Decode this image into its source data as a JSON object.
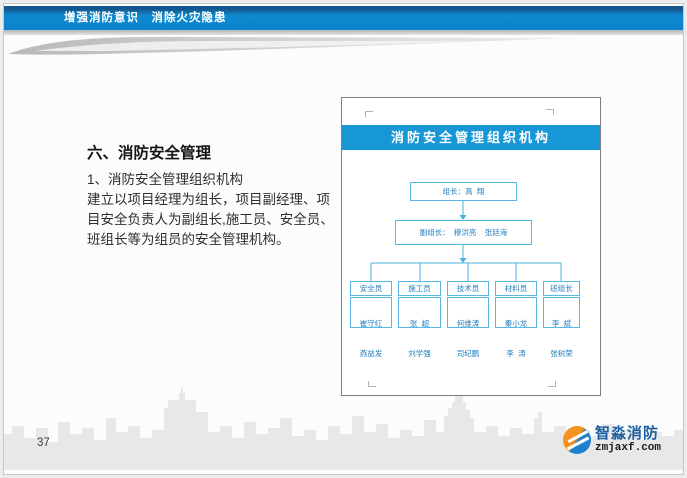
{
  "header": {
    "slogan": "增强消防意识　消除火灾隐患"
  },
  "content": {
    "title": "六、消防安全管理",
    "subtitle": "1、消防安全管理组织机构",
    "body": "建立以项目经理为组长，项目副经理、项目安全负责人为副组长,施工员、安全员、班组长等为组员的安全管理机构。"
  },
  "org_chart": {
    "title": "消防安全管理组织机构",
    "leader_label": "组长：高  翔",
    "deputy_label": "副组长：  穆洪亮    张廷海",
    "groups": [
      {
        "role": "安全员",
        "members": [
          "崔守红",
          "燕益发"
        ]
      },
      {
        "role": "施工员",
        "members": [
          "张  超",
          "刘学强"
        ]
      },
      {
        "role": "技术员",
        "members": [
          "何维涛",
          "司纪鹏"
        ]
      },
      {
        "role": "材料员",
        "members": [
          "秦小龙",
          "李  涛"
        ]
      },
      {
        "role": "班组长",
        "members": [
          "李  斌",
          "张树荣"
        ]
      }
    ]
  },
  "footer": {
    "page_number": "37"
  },
  "logo": {
    "name": "智淼消防",
    "site": "zmjaxf.com"
  },
  "colors": {
    "header_blue": "#0d87cd",
    "header_navy": "#14568c",
    "panel_title_blue": "#1797d6",
    "box_border_blue": "#56b8e3",
    "box_text_blue": "#1f7cbd",
    "skyline_gray": "#e8e8e8",
    "logo_orange": "#f6921e",
    "logo_blue": "#1f80cf"
  }
}
